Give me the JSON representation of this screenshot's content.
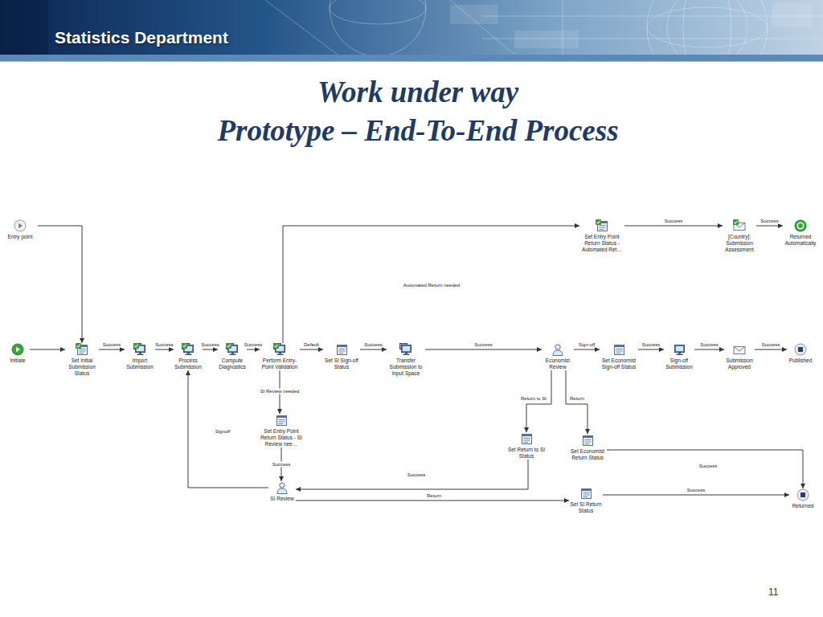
{
  "diagram": {
    "title": "Work under way",
    "nodes": [
      {
        "text": [
          "Entry point"
        ]
      },
      {
        "text": [
          "Set Entry Point Return Status - Automated Ret…"
        ]
      },
      {
        "text": [
          "[Country]: Submission Assessment"
        ]
      },
      {
        "text": [
          "Returned Automatically"
        ]
      },
      {
        "text": [
          "Initiate"
        ]
      },
      {
        "text": [
          "Set Initial Submission Status"
        ]
      },
      {
        "text": [
          "Import Submission"
        ]
      },
      {
        "text": [
          "Process Submission"
        ]
      },
      {
        "text": [
          "Compute Diagnostics"
        ]
      },
      {
        "text": [
          "Perform Entry-Point Validation"
        ]
      },
      {
        "text": [
          "Set SI Sign-off Status"
        ]
      },
      {
        "text": [
          "Transfer Submission to Input Space"
        ]
      },
      {
        "text": [
          "Economist Review"
        ]
      },
      {
        "text": [
          "Set Economist Sign-off Status"
        ]
      },
      {
        "text": [
          "Sign-off Submission"
        ]
      },
      {
        "text": [
          "Submission Approved"
        ]
      },
      {
        "text": [
          "Published"
        ]
      },
      {
        "text": [
          "Set Entry Point Return Status - SI Review nee…"
        ]
      },
      {
        "text": [
          "Set Return to SI Status"
        ]
      },
      {
        "text": [
          "Set Economist Return Status"
        ]
      },
      {
        "text": [
          "SI Review"
        ]
      },
      {
        "text": [
          "Set SI Return Status"
        ]
      },
      {
        "text": [
          "Returned"
        ]
      }
    ],
    "edges": [
      {
        "from": 0,
        "to": 5,
        "arrow": "to"
      },
      {
        "from": 4,
        "to": 5,
        "arrow": "to"
      },
      {
        "from": 5,
        "to": 6,
        "label": "Success",
        "arrow": "to"
      },
      {
        "from": 6,
        "to": 7,
        "label": "Success",
        "arrow": "to"
      },
      {
        "from": 7,
        "to": 8,
        "label": "Success",
        "arrow": "to"
      },
      {
        "from": 8,
        "to": 9,
        "label": "Success",
        "arrow": "to"
      },
      {
        "from": 9,
        "to": 10,
        "label": "Default",
        "arrow": "to"
      },
      {
        "from": 10,
        "to": 11,
        "label": "Success",
        "arrow": "to"
      },
      {
        "from": 11,
        "to": 12,
        "label": "Success",
        "arrow": "to"
      },
      {
        "from": 12,
        "to": 13,
        "label": "Sign-off",
        "arrow": "to"
      },
      {
        "from": 13,
        "to": 14,
        "label": "Success",
        "arrow": "to"
      },
      {
        "from": 14,
        "to": 15,
        "label": "Success",
        "arrow": "to"
      },
      {
        "from": 15,
        "to": 16,
        "label": "Success",
        "arrow": "to"
      },
      {
        "from": 9,
        "to": 1,
        "label": "Automated Return needed",
        "arrow": "to"
      },
      {
        "from": 1,
        "to": 2,
        "label": "Success",
        "arrow": "to"
      },
      {
        "from": 2,
        "to": 3,
        "label": "Success",
        "arrow": "to"
      },
      {
        "from": 9,
        "to": 17,
        "label": "SI Review needed",
        "arrow": "to"
      },
      {
        "from": 17,
        "to": 20,
        "label": "Success",
        "arrow": "to"
      },
      {
        "from": 20,
        "to": 7,
        "label": "Signoff",
        "arrow": "to"
      },
      {
        "from": 12,
        "to": 18,
        "label": "Return to SI",
        "arrow": "to"
      },
      {
        "from": 12,
        "to": 19,
        "label": "Return",
        "arrow": "to"
      },
      {
        "from": 18,
        "to": 20,
        "label": "Success",
        "arrow": "to"
      },
      {
        "from": 19,
        "to": 22,
        "label": "Success",
        "arrow": "to"
      },
      {
        "from": 20,
        "to": 21,
        "label": "Return",
        "arrow": "to"
      },
      {
        "from": 21,
        "to": 22,
        "label": "Success",
        "arrow": "to"
      }
    ],
    "labels": [
      "Statistics Department",
      "Prototype – End-To-End Process",
      "11"
    ]
  }
}
